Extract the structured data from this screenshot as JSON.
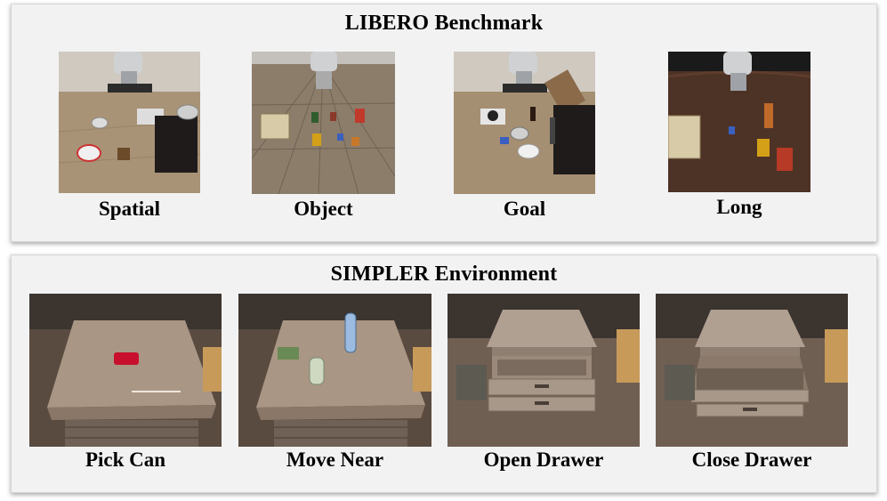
{
  "libero": {
    "title": "LIBERO Benchmark",
    "tasks": [
      {
        "label": "Spatial"
      },
      {
        "label": "Object"
      },
      {
        "label": "Goal"
      },
      {
        "label": "Long"
      }
    ]
  },
  "simpler": {
    "title": "SIMPLER Environment",
    "tasks": [
      {
        "label": "Pick Can"
      },
      {
        "label": "Move Near"
      },
      {
        "label": "Open Drawer"
      },
      {
        "label": "Close Drawer"
      }
    ]
  },
  "colors": {
    "panel_bg": "#f2f2f2",
    "libero_floor": "#a99376",
    "long_table": "#4a2e22",
    "simpler_counter": "#a99684",
    "coke_red": "#c8102e"
  }
}
